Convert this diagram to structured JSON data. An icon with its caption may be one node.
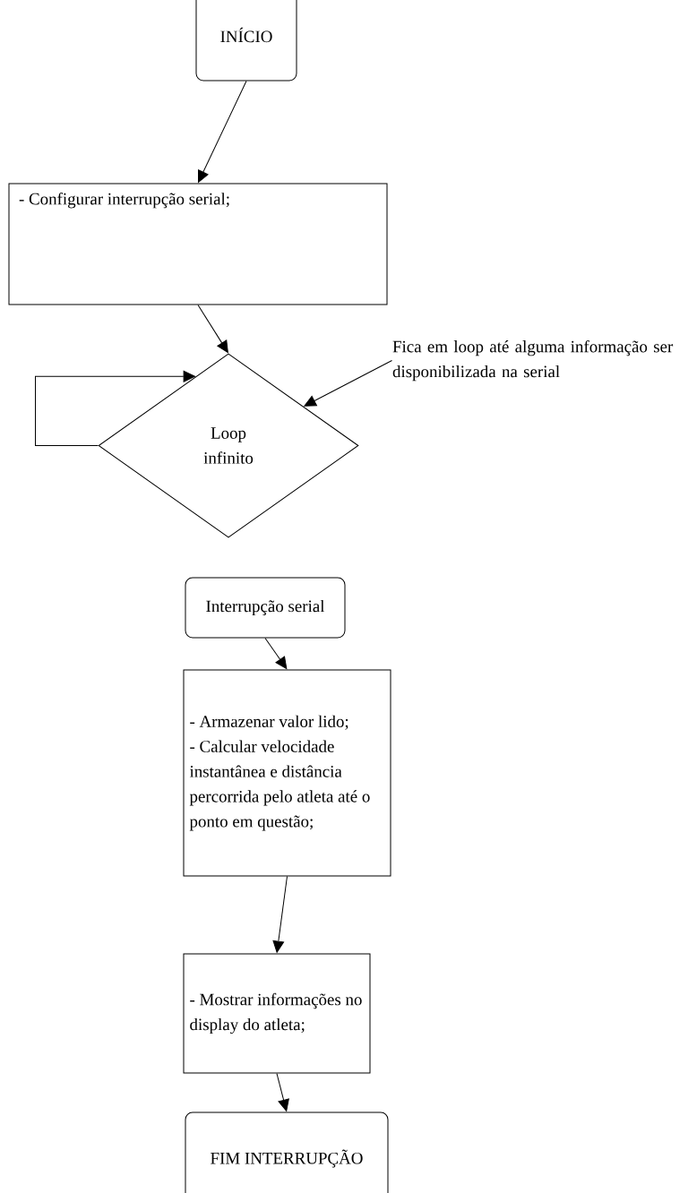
{
  "diagram": {
    "nodes": [
      {
        "text": [
          "INÍCIO"
        ]
      },
      {
        "text": [
          "- Configurar interrupção serial;"
        ]
      },
      {
        "text": [
          "Loop infinito"
        ]
      },
      {
        "text": [
          "Fica em loop até alguma informação ser disponibilizada na serial"
        ]
      },
      {
        "text": [
          "Interrupção serial"
        ]
      },
      {
        "text": [
          "- Armazenar valor lido;",
          "- Calcular velocidade instantânea e distância percorrida pelo atleta até o ponto em questão;"
        ]
      },
      {
        "text": [
          "- Mostrar informações no display do atleta;"
        ]
      },
      {
        "text": [
          "FIM INTERRUPÇÃO"
        ]
      }
    ],
    "edges": [
      {
        "from": 0,
        "to": 1,
        "arrow": "to"
      },
      {
        "from": 1,
        "to": 2,
        "arrow": "to"
      },
      {
        "from": 2,
        "to": 2,
        "arrow": "to"
      },
      {
        "from": 3,
        "to": 2,
        "arrow": "to"
      },
      {
        "from": 4,
        "to": 5,
        "arrow": "to"
      },
      {
        "from": 5,
        "to": 6,
        "arrow": "to"
      },
      {
        "from": 6,
        "to": 7,
        "arrow": "to"
      }
    ]
  }
}
